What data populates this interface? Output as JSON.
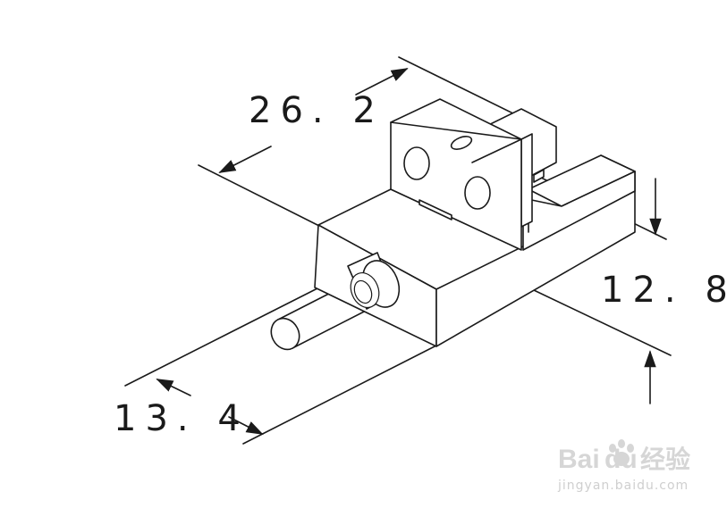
{
  "dimensions": {
    "length": "26. 2",
    "height": "12. 8",
    "width": "13. 4"
  },
  "watermark": {
    "logo_left": "Bai",
    "logo_right": "du",
    "product": "经验",
    "url": "jingyan.baidu.com"
  },
  "colors": {
    "stroke": "#1a1a1a",
    "watermark": "#d6d6d6"
  }
}
